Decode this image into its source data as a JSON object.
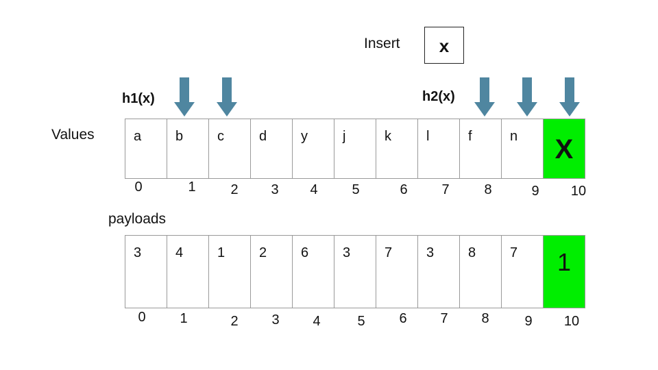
{
  "insert": {
    "label": "Insert",
    "value": "x"
  },
  "hash_labels": {
    "h1": "h1(x)",
    "h2": "h2(x)"
  },
  "values": {
    "label": "Values",
    "cells": [
      "a",
      "b",
      "c",
      "d",
      "y",
      "j",
      "k",
      "l",
      "f",
      "n",
      "X"
    ],
    "indices": [
      "0",
      "1",
      "2",
      "3",
      "4",
      "5",
      "6",
      "7",
      "8",
      "9",
      "10"
    ]
  },
  "payloads": {
    "label": "payloads",
    "cells": [
      "3",
      "4",
      "1",
      "2",
      "6",
      "3",
      "7",
      "3",
      "8",
      "7",
      "1"
    ],
    "indices": [
      "0",
      "1",
      "2",
      "3",
      "4",
      "5",
      "6",
      "7",
      "8",
      "9",
      "10"
    ]
  },
  "highlight_index": 10,
  "highlight_color": "#00ee00",
  "arrow_color": "#4f86a0",
  "arrow_targets": [
    1,
    2,
    8,
    9,
    10
  ]
}
